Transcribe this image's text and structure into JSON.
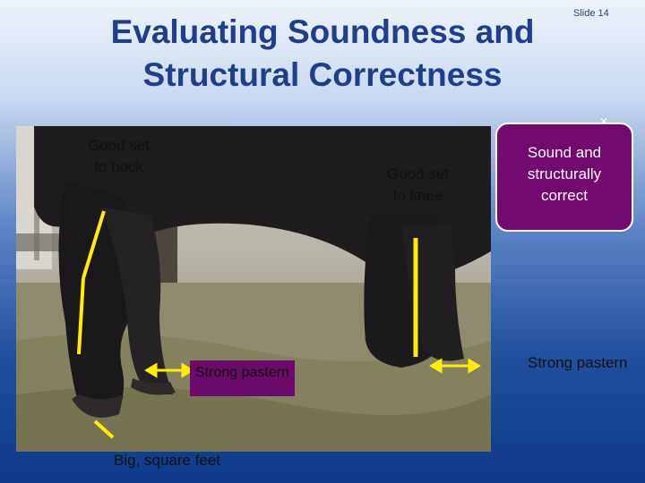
{
  "title_line1": "Evaluating Soundness and",
  "title_line2": "Structural Correctness",
  "slide_number": "Slide 14",
  "labels": {
    "good_set_hock_1": "Good set",
    "good_set_hock_2": "to hock",
    "good_set_knee_1": "Good set",
    "good_set_knee_2": "to knee",
    "strong_pastern_left": "Strong pastern",
    "strong_pastern_right": "Strong pastern",
    "big_square_feet": "Big, square feet"
  },
  "callout": {
    "line1": "Sound and",
    "line2": "structurally",
    "line3": "correct"
  },
  "colors": {
    "title": "#1f3f8c",
    "callout_fill": "#720a72",
    "indicator_lines": "#ffee00"
  }
}
